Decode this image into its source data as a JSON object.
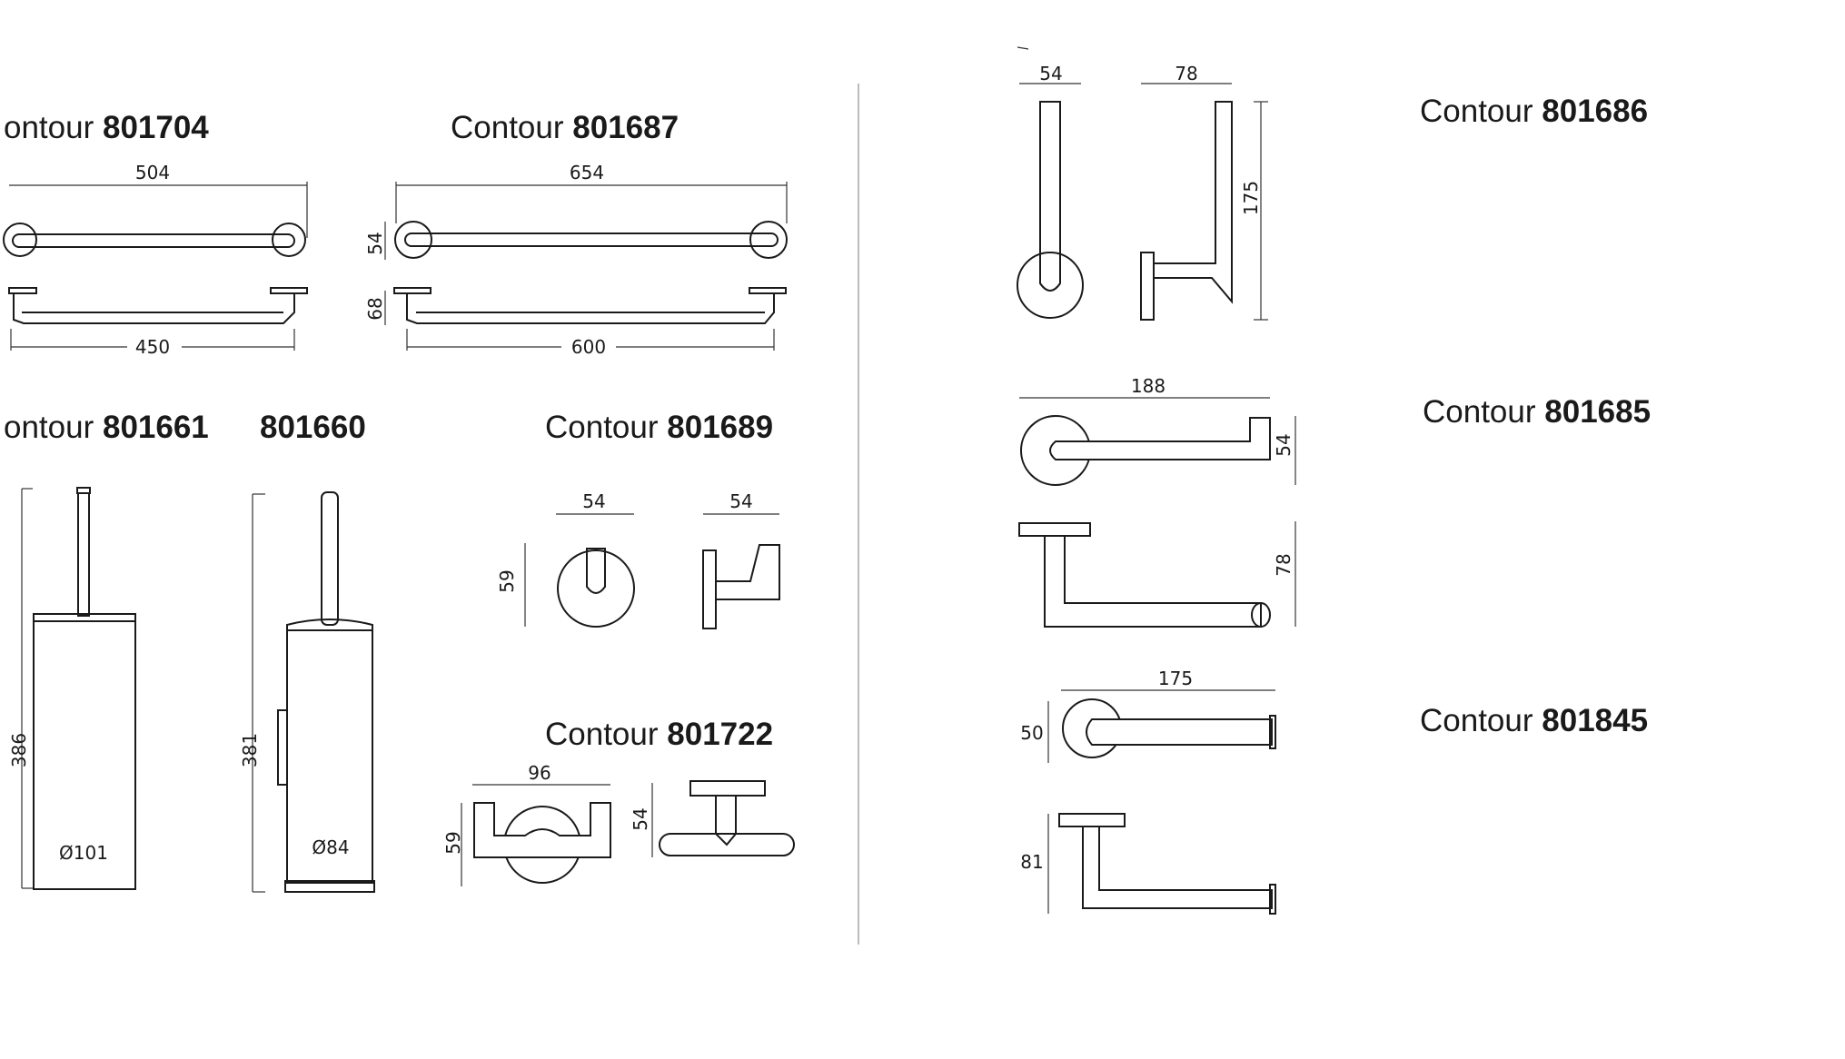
{
  "products": {
    "p801704": {
      "brand": "ontour",
      "code": "801704"
    },
    "p801687": {
      "brand": "Contour",
      "code": "801687"
    },
    "p801661": {
      "brand": "ontour",
      "code": "801661"
    },
    "p801660": {
      "code": "801660"
    },
    "p801689": {
      "brand": "Contour",
      "code": "801689"
    },
    "p801722": {
      "brand": "Contour",
      "code": "801722"
    },
    "p801686": {
      "brand": "Contour",
      "code": "801686"
    },
    "p801685": {
      "brand": "Contour",
      "code": "801685"
    },
    "p801845": {
      "brand": "Contour",
      "code": "801845"
    }
  },
  "dimensions": {
    "d801704_width": "504",
    "d801704_inner": "450",
    "d801687_width": "654",
    "d801687_inner": "600",
    "d801687_height": "54",
    "d801687_depth": "68",
    "d801661_height": "386",
    "d801661_diameter": "Ø101",
    "d801660_height": "381",
    "d801660_diameter": "Ø84",
    "d801689_front_width": "54",
    "d801689_side_width": "54",
    "d801689_height": "59",
    "d801722_width": "96",
    "d801722_height": "59",
    "d801722_depth": "54",
    "d801686_front_width": "54",
    "d801686_side_width": "78",
    "d801686_height": "175",
    "d801685_width": "188",
    "d801685_height": "54",
    "d801685_depth": "78",
    "d801845_width": "175",
    "d801845_height": "50",
    "d801845_depth": "81"
  }
}
